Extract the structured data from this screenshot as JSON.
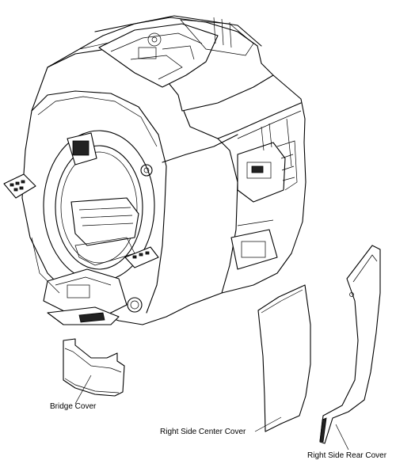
{
  "labels": {
    "bridge_cover": "Bridge Cover",
    "right_side_center_cover": "Right Side Center Cover",
    "right_side_rear_cover": "Right Side Rear Cover"
  }
}
